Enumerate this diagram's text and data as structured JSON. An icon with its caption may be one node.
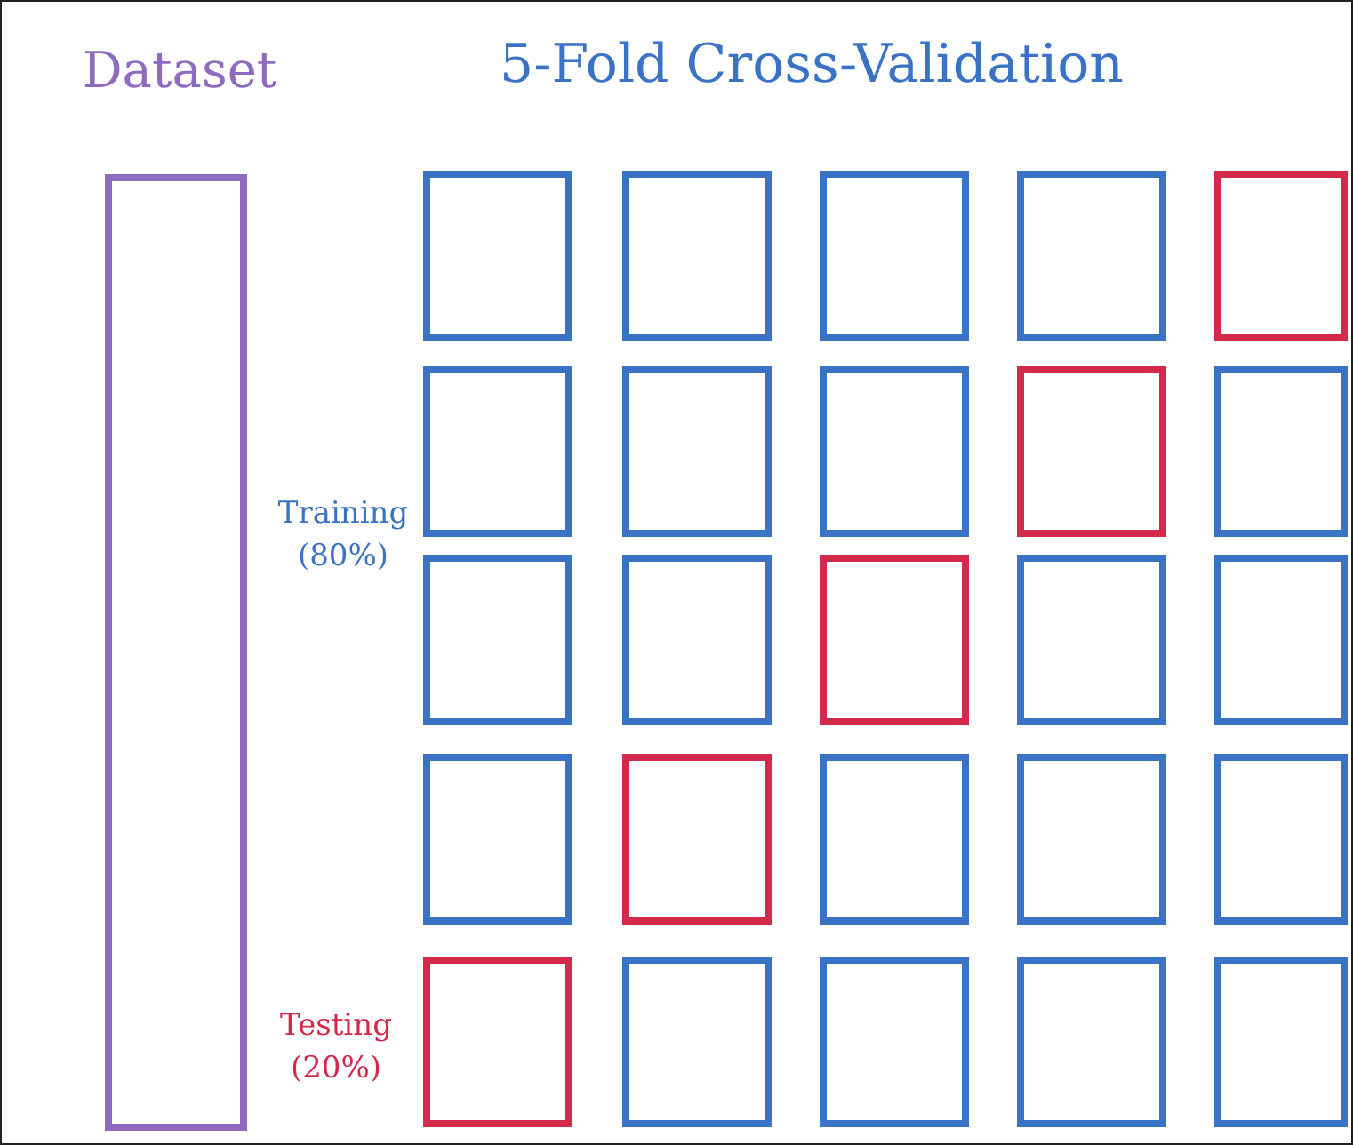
{
  "diagram": {
    "title": "5-Fold Cross-Validation",
    "nodes": [
      {
        "text": [
          "Dataset"
        ]
      },
      {
        "text": [],
        "shape": "box"
      },
      {
        "text": [],
        "shape": "box"
      },
      {
        "text": [],
        "shape": "box"
      },
      {
        "text": [],
        "shape": "box"
      },
      {
        "text": [],
        "shape": "box"
      },
      {
        "text": [],
        "shape": "box"
      },
      {
        "text": [],
        "shape": "box"
      },
      {
        "text": [],
        "shape": "box"
      },
      {
        "text": [],
        "shape": "box"
      },
      {
        "text": [],
        "shape": "box"
      },
      {
        "text": [],
        "shape": "box"
      },
      {
        "text": [],
        "shape": "box"
      },
      {
        "text": [],
        "shape": "box"
      },
      {
        "text": [],
        "shape": "box"
      },
      {
        "text": [],
        "shape": "box"
      },
      {
        "text": [],
        "shape": "box"
      },
      {
        "text": [],
        "shape": "box"
      },
      {
        "text": [],
        "shape": "box"
      },
      {
        "text": [],
        "shape": "box"
      },
      {
        "text": [],
        "shape": "box"
      },
      {
        "text": [],
        "shape": "box"
      },
      {
        "text": [],
        "shape": "box"
      },
      {
        "text": [],
        "shape": "box"
      },
      {
        "text": [],
        "shape": "box"
      },
      {
        "text": [],
        "shape": "box"
      }
    ],
    "labels": [
      "Training (80%)",
      "Testing (20%)"
    ]
  }
}
